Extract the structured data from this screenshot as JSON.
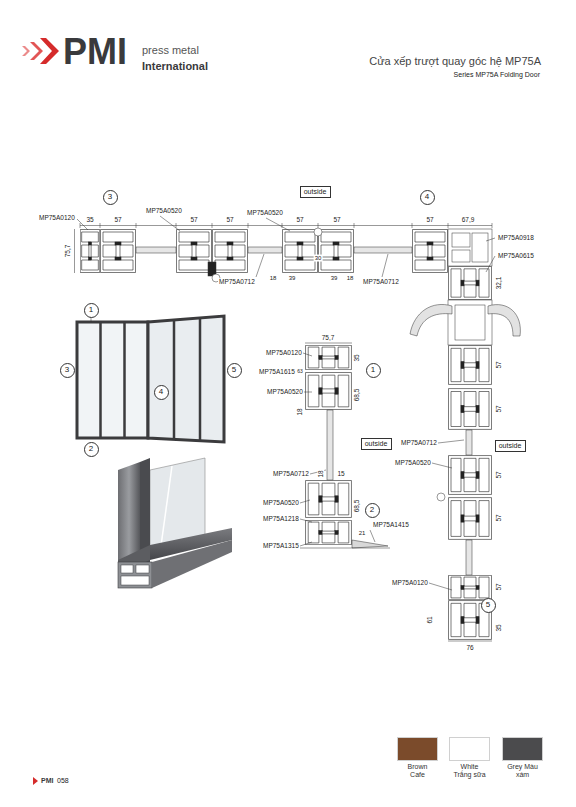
{
  "diagram": {
    "title": "Cửa xếp trượt quay góc hệ MP75A",
    "nodes": [
      {
        "text": [
          "3"
        ]
      },
      {
        "text": [
          "outside"
        ]
      },
      {
        "text": [
          "4"
        ]
      },
      {
        "text": [
          "1"
        ]
      },
      {
        "text": [
          "3"
        ]
      },
      {
        "text": [
          "5"
        ]
      },
      {
        "text": [
          "4"
        ]
      },
      {
        "text": [
          "2"
        ]
      },
      {
        "text": [
          "1"
        ]
      },
      {
        "text": [
          "outside"
        ]
      },
      {
        "text": [
          "2"
        ]
      },
      {
        "text": [
          "outside"
        ]
      },
      {
        "text": [
          "5"
        ]
      }
    ],
    "labels": [
      "press metal",
      "International",
      "PMI",
      "Series MP75A Folding Door",
      "MP75A0120",
      "35",
      "57",
      "75,7",
      "MP75A0520",
      "57",
      "57",
      "MP75A0520",
      "57",
      "57",
      "30",
      "MP75A0712",
      "18",
      "39",
      "39",
      "18",
      "MP75A0712",
      "57",
      "67,9",
      "MP75A0918",
      "MP75A0615",
      "32,1",
      "57",
      "57",
      "MP75A0712",
      "MP75A0520",
      "57",
      "57",
      "MP75A0120",
      "57",
      "61",
      "35",
      "76",
      "75,7",
      "MP75A0120",
      "35",
      "MP75A1615",
      "63",
      "MP75A0520",
      "68,5",
      "18",
      "MP75A0712",
      "15",
      "18",
      "MP75A0520",
      "68,5",
      "MP75A1218",
      "MP75A1415",
      "21",
      "MP75A1315",
      "PMI",
      "058"
    ],
    "legend": [
      {
        "text": "Brown Cafe",
        "color": "#7b4b2b"
      },
      {
        "text": "White Trắng sữa",
        "color": "#ffffff"
      },
      {
        "text": "Grey Màu xám",
        "color": "#4b4b4d"
      }
    ]
  }
}
